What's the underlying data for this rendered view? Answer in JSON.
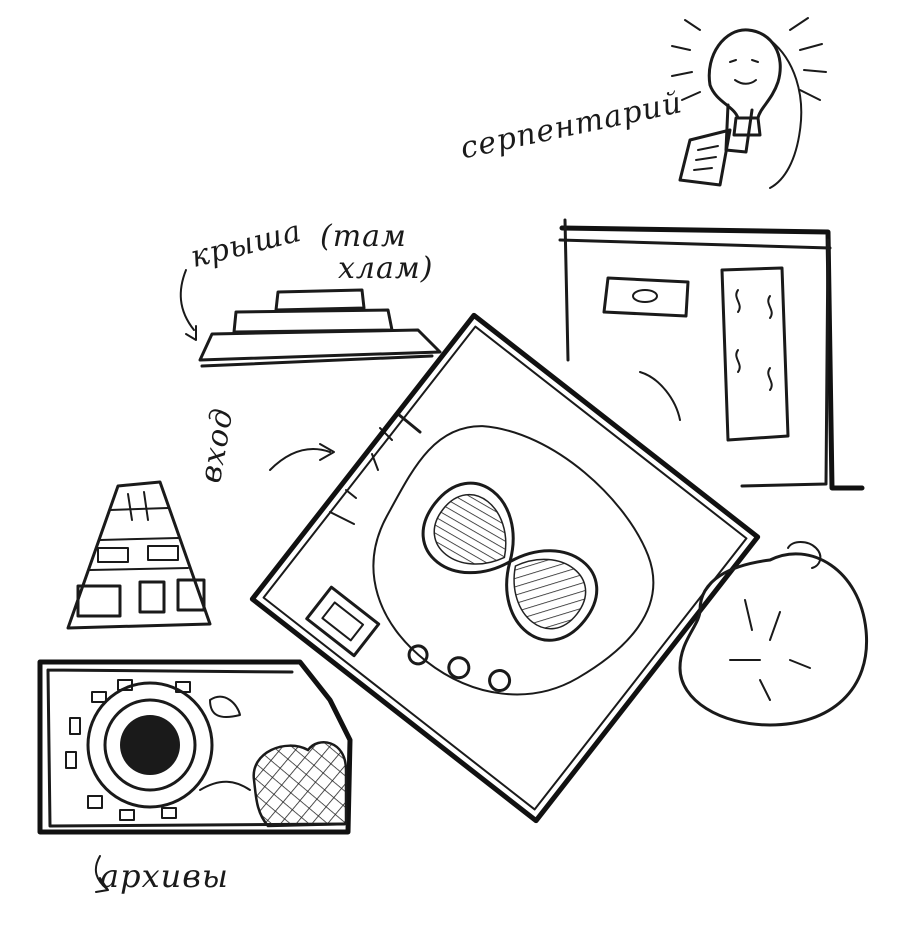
{
  "labels": {
    "serpentarium": "серпентарий",
    "roof": "крыша",
    "roof_note_line1": "(там",
    "roof_note_line2": "хлам)",
    "entrance": "вход",
    "archives": "архивы"
  },
  "colors": {
    "ink": "#1a1a1a",
    "paper": "#ffffff"
  }
}
